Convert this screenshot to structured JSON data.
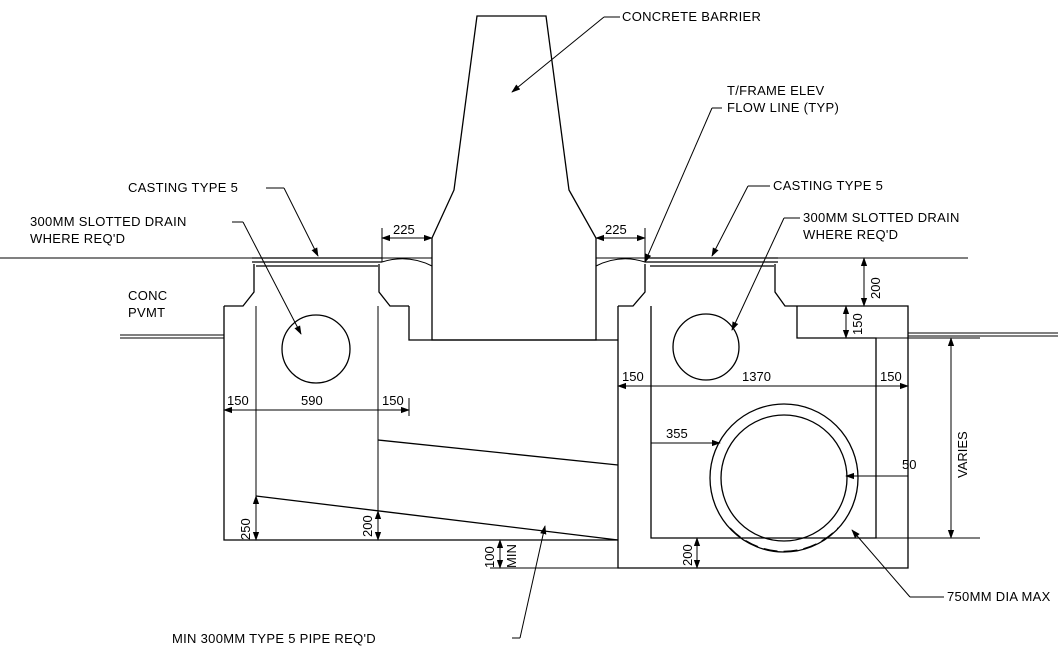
{
  "labels": {
    "concrete_barrier": "CONCRETE BARRIER",
    "tframe_1": "T/FRAME ELEV",
    "tframe_2": "FLOW LINE (TYP)",
    "casting_left": "CASTING TYPE 5",
    "casting_right": "CASTING TYPE 5",
    "slotted_left_1": "300MM SLOTTED DRAIN",
    "slotted_left_2": "WHERE REQ'D",
    "slotted_right_1": "300MM SLOTTED DRAIN",
    "slotted_right_2": "WHERE REQ'D",
    "conc_1": "CONC",
    "conc_2": "PVMT",
    "pipe_max": "750MM DIA MAX",
    "min_pipe": "MIN 300MM TYPE 5 PIPE REQ'D"
  },
  "dimensions": {
    "d225_left": "225",
    "d225_right": "225",
    "d200_top": "200",
    "d150_top": "150",
    "d150_l1": "150",
    "d590": "590",
    "d150_l2": "150",
    "d150_r1": "150",
    "d1370": "1370",
    "d150_r2": "150",
    "d355": "355",
    "d50": "50",
    "varies": "VARIES",
    "d250": "250",
    "d200_left": "200",
    "d100": "100",
    "min": "MIN",
    "d200_bottom": "200"
  }
}
